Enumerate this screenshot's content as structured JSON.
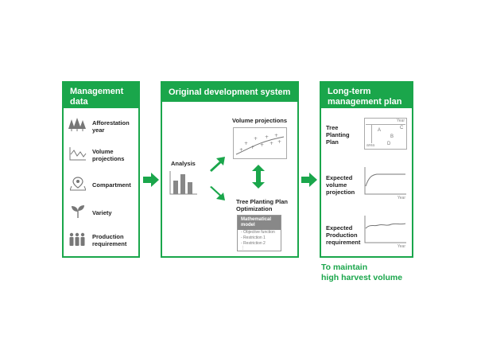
{
  "management_data": {
    "title": "Management\ndata",
    "items": [
      {
        "label": "Afforestation year",
        "icon": "trees-icon"
      },
      {
        "label": "Volume projections",
        "icon": "line-graph-icon"
      },
      {
        "label": "Compartment",
        "icon": "map-pin-icon"
      },
      {
        "label": "Variety",
        "icon": "sprout-icon"
      },
      {
        "label": "Production requirement",
        "icon": "people-icon"
      }
    ]
  },
  "system": {
    "title": "Original development system",
    "analysis_label": "Analysis",
    "volume_label": "Volume projections",
    "optimization_label": "Tree Planting Plan Optimization",
    "model": {
      "header": "Mathematical model",
      "lines": [
        "- Objective function",
        "- Restriction 1",
        "- Restriction 2",
        "⋮"
      ]
    }
  },
  "plan": {
    "title": "Long-term management plan",
    "rows": [
      {
        "label": "Tree Planting Plan",
        "chart_labels": {
          "year": "Year",
          "area": "area",
          "letters": [
            "A",
            "B",
            "C",
            "D"
          ]
        }
      },
      {
        "label": "Expected volume projection",
        "chart_labels": {
          "year": "Year"
        }
      },
      {
        "label": "Expected Production requirement",
        "chart_labels": {
          "year": "Year"
        }
      }
    ]
  },
  "footer": "To maintain\nhigh harvest volume",
  "colors": {
    "accent": "#1aa64b"
  }
}
